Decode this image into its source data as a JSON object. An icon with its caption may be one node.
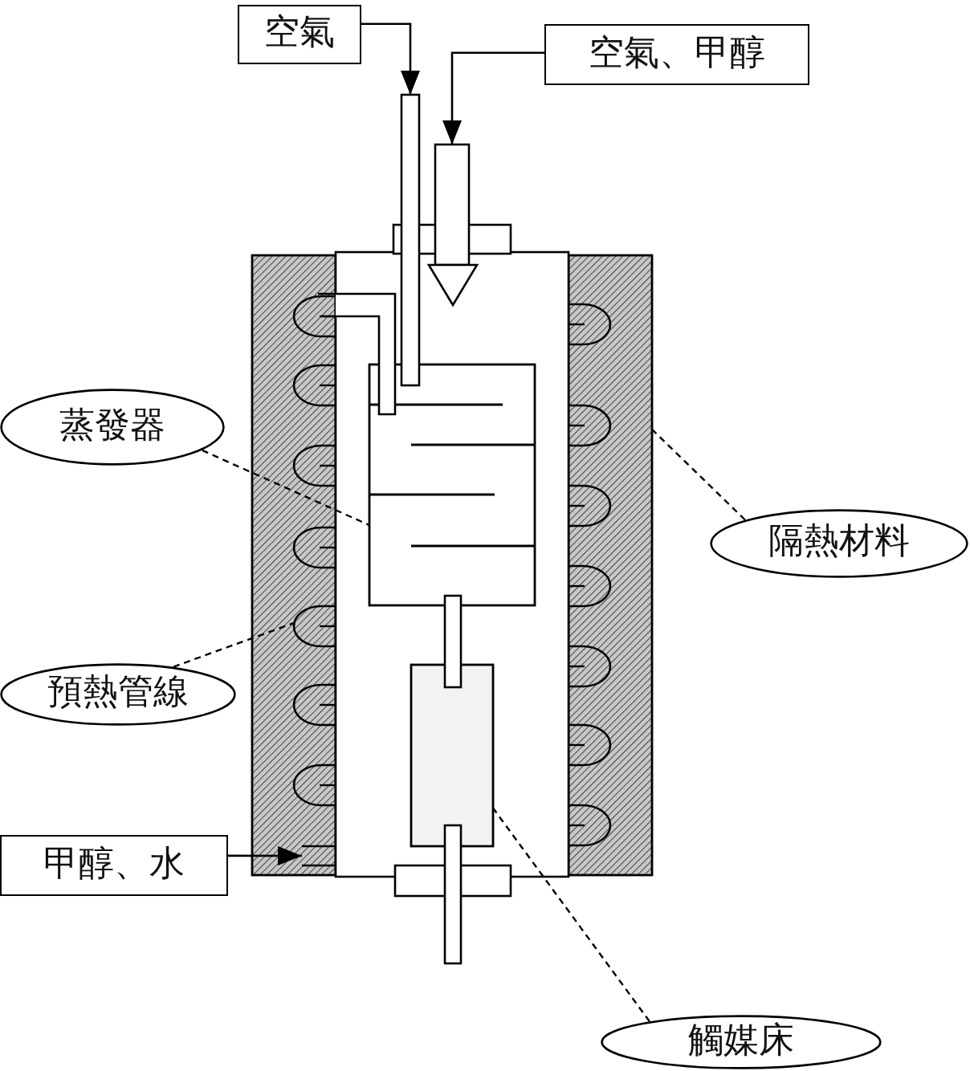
{
  "diagram": {
    "nodes": [
      {
        "text": [
          "空氣"
        ]
      },
      {
        "text": [
          "空氣、甲醇"
        ]
      },
      {
        "text": [],
        "shape": "bar"
      },
      {
        "text": [],
        "shape": "bar"
      },
      {
        "text": [
          "蒸發器"
        ]
      },
      {
        "text": [],
        "shape": "box"
      },
      {
        "text": [],
        "shape": "box"
      },
      {
        "text": [],
        "shape": "box"
      },
      {
        "text": [
          "隔熱材料"
        ]
      },
      {
        "text": [],
        "shape": "loop",
        "in": 6
      },
      {
        "text": [
          "預熱管線"
        ]
      },
      {
        "text": [],
        "shape": "box"
      },
      {
        "text": [
          "甲醇、水"
        ]
      },
      {
        "text": [],
        "shape": "pipe",
        "in": 6
      },
      {
        "text": [
          "觸媒床"
        ]
      }
    ],
    "edges": [
      {
        "from": 0,
        "to": 2,
        "arrow": "to"
      },
      {
        "from": 1,
        "to": 3,
        "arrow": "to"
      },
      {
        "from": 4,
        "to": 5,
        "arrow": "none",
        "style": "dashed"
      },
      {
        "from": 8,
        "to": 7,
        "arrow": "none",
        "style": "dashed"
      },
      {
        "from": 10,
        "to": 9,
        "arrow": "none",
        "style": "dashed"
      },
      {
        "from": 12,
        "to": 13,
        "arrow": "to"
      },
      {
        "from": 14,
        "to": 11,
        "arrow": "none",
        "style": "dashed"
      }
    ]
  }
}
